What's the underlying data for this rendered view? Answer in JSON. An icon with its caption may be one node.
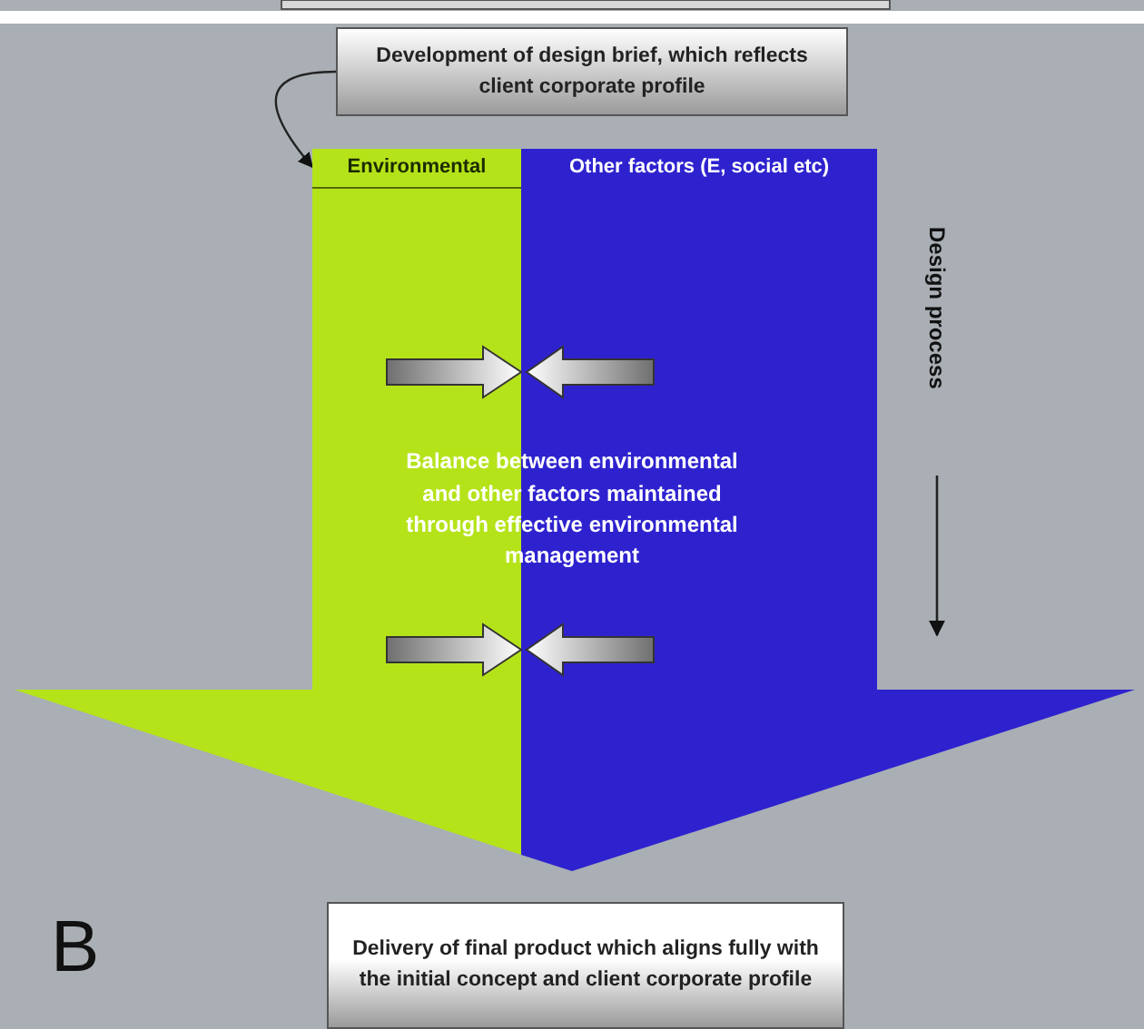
{
  "diagram": {
    "nodes": [
      {
        "text": [
          "Development of design brief, which reflects client corporate profile"
        ]
      },
      {
        "text": [
          "Environmental"
        ]
      },
      {
        "text": [
          "Other factors (E, social etc)"
        ]
      },
      {
        "text": [
          "Balance between environmental and other factors maintained through effective environmental management"
        ]
      },
      {
        "text": [
          "Delivery of final product which aligns fully with the initial concept and client corporate profile"
        ]
      }
    ],
    "edges": [
      {
        "from": 0,
        "to": 1,
        "arrow": "to"
      }
    ],
    "labels": [
      "Design process",
      "B"
    ]
  }
}
